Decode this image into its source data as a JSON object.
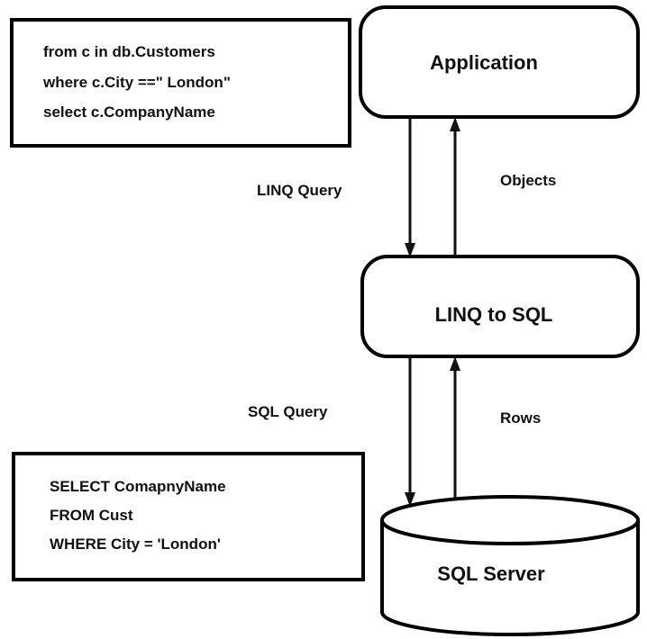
{
  "diagram": {
    "code_box": {
      "lines": [
        "from c in db.Customers",
        "where c.City ==\" London\"",
        "select c.CompanyName"
      ]
    },
    "sql_box": {
      "lines": [
        "SELECT ComapnyName",
        "FROM Cust",
        "WHERE City = 'London'"
      ]
    },
    "nodes": {
      "application": "Application",
      "linq_to_sql": "LINQ to SQL",
      "sql_server": "SQL Server"
    },
    "edge_labels": {
      "linq_query": "LINQ Query",
      "objects": "Objects",
      "sql_query": "SQL Query",
      "rows": "Rows"
    }
  }
}
